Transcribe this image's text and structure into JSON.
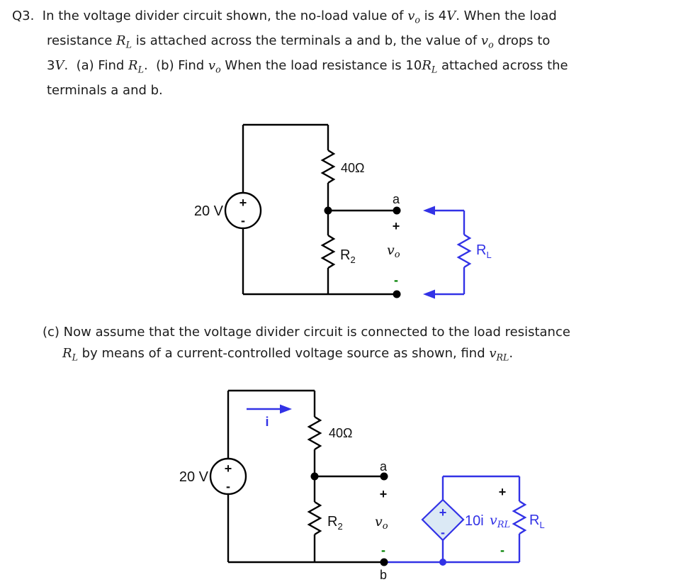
{
  "colors": {
    "text": "#1c1c1c",
    "wire": "#000000",
    "blue": "#3232e6",
    "green": "#008000",
    "diamond_fill": "#dbe9f5"
  },
  "question": {
    "lines": [
      [
        {
          "t": "Q3.  In the voltage divider circuit shown, the no-load value of ",
          "k": "p"
        },
        {
          "t": "v",
          "k": "m"
        },
        {
          "t": "o",
          "k": "s"
        },
        {
          "t": " is 4",
          "k": "p"
        },
        {
          "t": "V",
          "k": "m"
        },
        {
          "t": ". When the load",
          "k": "p"
        }
      ],
      [
        {
          "t": "resistance ",
          "k": "p"
        },
        {
          "t": "R",
          "k": "m"
        },
        {
          "t": "L",
          "k": "s"
        },
        {
          "t": " is attached across the terminals a and b, the value of ",
          "k": "p"
        },
        {
          "t": "v",
          "k": "m"
        },
        {
          "t": "o",
          "k": "s"
        },
        {
          "t": " drops to",
          "k": "p"
        }
      ],
      [
        {
          "t": "3",
          "k": "p"
        },
        {
          "t": "V",
          "k": "m"
        },
        {
          "t": ".  (a) Find ",
          "k": "p"
        },
        {
          "t": "R",
          "k": "m"
        },
        {
          "t": "L",
          "k": "s"
        },
        {
          "t": ".  (b) Find ",
          "k": "p"
        },
        {
          "t": "v",
          "k": "m"
        },
        {
          "t": "o",
          "k": "s"
        },
        {
          "t": " When the load resistance is 10",
          "k": "p"
        },
        {
          "t": "R",
          "k": "m"
        },
        {
          "t": "L",
          "k": "s"
        },
        {
          "t": " attached across the",
          "k": "p"
        }
      ],
      [
        {
          "t": "terminals a and b.",
          "k": "p"
        }
      ]
    ],
    "part_c_lines": [
      [
        {
          "t": "(c) Now assume that the voltage divider circuit is connected to the load resistance",
          "k": "p"
        }
      ],
      [
        {
          "t": "R",
          "k": "m"
        },
        {
          "t": "L",
          "k": "s"
        },
        {
          "t": " by means of a current-controlled voltage source as shown, find ",
          "k": "p"
        },
        {
          "t": "v",
          "k": "m"
        },
        {
          "t": "RL",
          "k": "s"
        },
        {
          "t": ".",
          "k": "p"
        }
      ]
    ]
  },
  "circuit1": {
    "source_label": "20 V",
    "source_plus": "+",
    "source_minus": "-",
    "r1_label": "40Ω",
    "terminal_a": "a",
    "vo_plus": "+",
    "vo_main": "v",
    "vo_sub": "o",
    "vo_minus": "-",
    "r2_main": "R",
    "r2_sub": "2",
    "rl_main": "R",
    "rl_sub": "L"
  },
  "circuit2": {
    "source_label": "20 V",
    "source_plus": "+",
    "source_minus": "-",
    "current_label": "i",
    "r1_label": "40Ω",
    "terminal_a": "a",
    "terminal_b": "b",
    "vo_plus": "+",
    "vo_main": "v",
    "vo_sub": "o",
    "vo_minus": "-",
    "r2_main": "R",
    "r2_sub": "2",
    "dep_plus": "+",
    "dep_minus": "-",
    "dep_gain": "10i",
    "vrl_main": "v",
    "vrl_sub": "RL",
    "rl_plus": "+",
    "rl_minus": "-",
    "rl_main": "R",
    "rl_sub": "L"
  }
}
